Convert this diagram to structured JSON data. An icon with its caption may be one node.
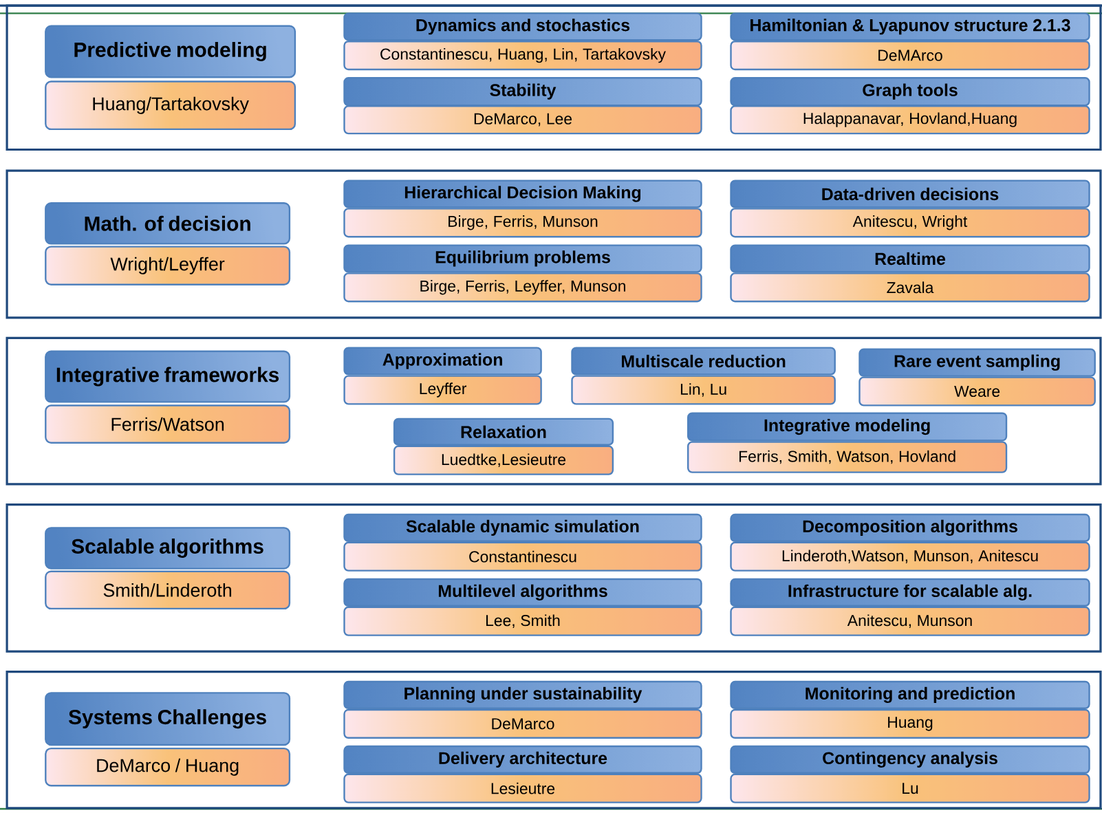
{
  "diagram": {
    "nodes": [
      {
        "text": [],
        "shape": "box"
      },
      {
        "text": [
          "Predictive modeling"
        ],
        "in": 0
      },
      {
        "text": [
          "Huang/Tartakovsky"
        ],
        "in": 0
      },
      {
        "text": [
          "Dynamics and stochastics"
        ],
        "in": 0
      },
      {
        "text": [
          "Constantinescu, Huang, Lin, Tartakovsky"
        ],
        "in": 0
      },
      {
        "text": [
          "Hamiltonian & Lyapunov structure 2.1.3"
        ],
        "in": 0
      },
      {
        "text": [
          "DeMArco"
        ],
        "in": 0
      },
      {
        "text": [
          "Stability"
        ],
        "in": 0
      },
      {
        "text": [
          "DeMarco, Lee"
        ],
        "in": 0
      },
      {
        "text": [
          "Graph tools"
        ],
        "in": 0
      },
      {
        "text": [
          "Halappanavar, Hovland,Huang"
        ],
        "in": 0
      },
      {
        "text": [],
        "shape": "box"
      },
      {
        "text": [
          "Math. of decision"
        ],
        "in": 11
      },
      {
        "text": [
          "Wright/Leyffer"
        ],
        "in": 11
      },
      {
        "text": [
          "Hierarchical Decision Making"
        ],
        "in": 11
      },
      {
        "text": [
          "Birge, Ferris, Munson"
        ],
        "in": 11
      },
      {
        "text": [
          "Data-driven decisions"
        ],
        "in": 11
      },
      {
        "text": [
          "Anitescu, Wright"
        ],
        "in": 11
      },
      {
        "text": [
          "Equilibrium problems"
        ],
        "in": 11
      },
      {
        "text": [
          "Birge, Ferris, Leyffer, Munson"
        ],
        "in": 11
      },
      {
        "text": [
          "Realtime"
        ],
        "in": 11
      },
      {
        "text": [
          "Zavala"
        ],
        "in": 11
      },
      {
        "text": [],
        "shape": "box"
      },
      {
        "text": [
          "Integrative frameworks"
        ],
        "in": 22
      },
      {
        "text": [
          "Ferris/Watson"
        ],
        "in": 22
      },
      {
        "text": [
          "Approximation"
        ],
        "in": 22
      },
      {
        "text": [
          "Leyffer"
        ],
        "in": 22
      },
      {
        "text": [
          "Multiscale reduction"
        ],
        "in": 22
      },
      {
        "text": [
          "Lin, Lu"
        ],
        "in": 22
      },
      {
        "text": [
          "Rare event sampling"
        ],
        "in": 22
      },
      {
        "text": [
          "Weare"
        ],
        "in": 22
      },
      {
        "text": [
          "Relaxation"
        ],
        "in": 22
      },
      {
        "text": [
          "Luedtke,Lesieutre"
        ],
        "in": 22
      },
      {
        "text": [
          "Integrative modeling"
        ],
        "in": 22
      },
      {
        "text": [
          "Ferris, Smith, Watson, Hovland"
        ],
        "in": 22
      },
      {
        "text": [],
        "shape": "box"
      },
      {
        "text": [
          "Scalable algorithms"
        ],
        "in": 35
      },
      {
        "text": [
          "Smith/Linderoth"
        ],
        "in": 35
      },
      {
        "text": [
          "Scalable dynamic simulation"
        ],
        "in": 35
      },
      {
        "text": [
          "Constantinescu"
        ],
        "in": 35
      },
      {
        "text": [
          "Decomposition algorithms"
        ],
        "in": 35
      },
      {
        "text": [
          "Linderoth,Watson, Munson, Anitescu"
        ],
        "in": 35
      },
      {
        "text": [
          "Multilevel algorithms"
        ],
        "in": 35
      },
      {
        "text": [
          "Lee, Smith"
        ],
        "in": 35
      },
      {
        "text": [
          "Infrastructure for scalable alg."
        ],
        "in": 35
      },
      {
        "text": [
          "Anitescu, Munson"
        ],
        "in": 35
      },
      {
        "text": [],
        "shape": "box"
      },
      {
        "text": [
          "Systems Challenges"
        ],
        "in": 46
      },
      {
        "text": [
          "DeMarco / Huang"
        ],
        "in": 46
      },
      {
        "text": [
          "Planning under sustainability"
        ],
        "in": 46
      },
      {
        "text": [
          "DeMarco"
        ],
        "in": 46
      },
      {
        "text": [
          "Monitoring and prediction"
        ],
        "in": 46
      },
      {
        "text": [
          "Huang"
        ],
        "in": 46
      },
      {
        "text": [
          "Delivery architecture"
        ],
        "in": 46
      },
      {
        "text": [
          "Lesieutre"
        ],
        "in": 46
      },
      {
        "text": [
          "Contingency analysis"
        ],
        "in": 46
      },
      {
        "text": [
          "Lu"
        ],
        "in": 46
      }
    ]
  }
}
